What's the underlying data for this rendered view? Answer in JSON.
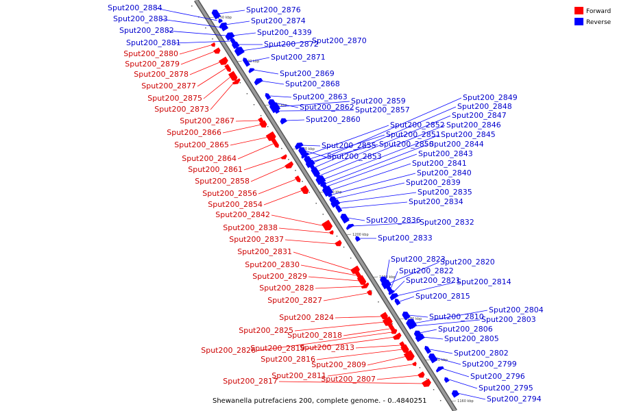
{
  "title": "Shewanella putrefaciens 200, complete genome. - 0..4840251",
  "legend": [
    {
      "name": "Forward",
      "color": "#ff0000"
    },
    {
      "name": "Reverse",
      "color": "#0000ff"
    }
  ],
  "colors": {
    "forward": "#ff0000",
    "reverse": "#0000ff",
    "backbone": "#7a7a7a"
  },
  "ticks": [
    "1250 kbp",
    "1240 kbp",
    "1230 kbp",
    "1220 kbp",
    "1210 kbp",
    "1200 kbp",
    "1190 kbp",
    "1180 kbp",
    "1170 kbp",
    "1160 kbp"
  ],
  "forward_genes": [
    "Sput200_2880",
    "Sput200_2879",
    "Sput200_2878",
    "Sput200_2877",
    "Sput200_2875",
    "Sput200_2873",
    "Sput200_2867",
    "Sput200_2866",
    "Sput200_2865",
    "Sput200_2864",
    "Sput200_2861",
    "Sput200_2858",
    "Sput200_2856",
    "Sput200_2854",
    "Sput200_2842",
    "Sput200_2838",
    "Sput200_2837",
    "Sput200_2831",
    "Sput200_2830",
    "Sput200_2829",
    "Sput200_2828",
    "Sput200_2827",
    "Sput200_2824",
    "Sput200_2825",
    "Sput200_2818",
    "Sput200_2826",
    "Sput200_2819",
    "Sput200_2813",
    "Sput200_2816",
    "Sput200_2809",
    "Sput200_2811",
    "Sput200_2807",
    "Sput200_2817"
  ],
  "reverse_genes": [
    "Sput200_2884",
    "Sput200_2883",
    "Sput200_2882",
    "Sput200_2881",
    "Sput200_2876",
    "Sput200_2874",
    "Sput200_4339",
    "Sput200_2872",
    "Sput200_2870",
    "Sput200_2871",
    "Sput200_2869",
    "Sput200_2868",
    "Sput200_2863",
    "Sput200_2862",
    "Sput200_2859",
    "Sput200_2857",
    "Sput200_2860",
    "Sput200_2849",
    "Sput200_2848",
    "Sput200_2847",
    "Sput200_2852",
    "Sput200_2846",
    "Sput200_2851",
    "Sput200_2845",
    "Sput200_2850",
    "Sput200_2844",
    "Sput200_2855",
    "Sput200_2843",
    "Sput200_2853",
    "Sput200_2841",
    "Sput200_2840",
    "Sput200_2839",
    "Sput200_2835",
    "Sput200_2834",
    "Sput200_2836",
    "Sput200_2832",
    "Sput200_2833",
    "Sput200_2823",
    "Sput200_2820",
    "Sput200_2822",
    "Sput200_2821",
    "Sput200_2814",
    "Sput200_2815",
    "Sput200_2810",
    "Sput200_2804",
    "Sput200_2803",
    "Sput200_2806",
    "Sput200_2805",
    "Sput200_2802",
    "Sput200_2799",
    "Sput200_2796",
    "Sput200_2795",
    "Sput200_2794"
  ]
}
